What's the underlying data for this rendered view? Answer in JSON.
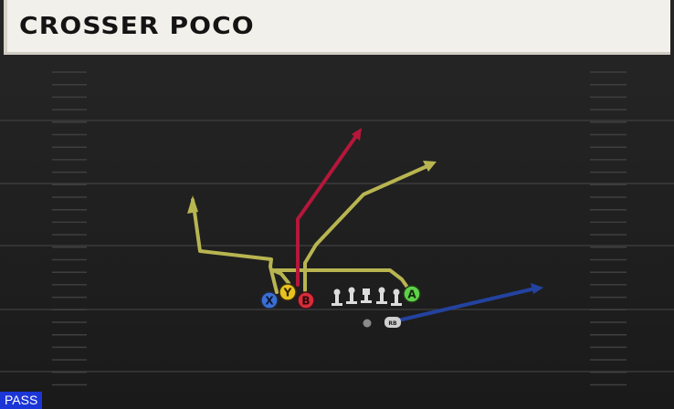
{
  "play": {
    "name": "CROSSER POCO",
    "type_label": "PASS"
  },
  "players": {
    "x_label": "X",
    "y_label": "Y",
    "b_label": "B",
    "a_label": "A",
    "rb_label": "RB"
  },
  "colors": {
    "x_button": "#3b6fd6",
    "y_button": "#e8c21e",
    "b_button": "#d62d3a",
    "a_button": "#5fd04a",
    "route_yellow": "#b8b551",
    "route_red": "#b5173a",
    "route_blue": "#2443a0",
    "badge_bg": "#1b35d6"
  },
  "icons": {
    "lineman": "lineman-icon",
    "center": "center-icon",
    "quarterback": "qb-dot-icon"
  }
}
